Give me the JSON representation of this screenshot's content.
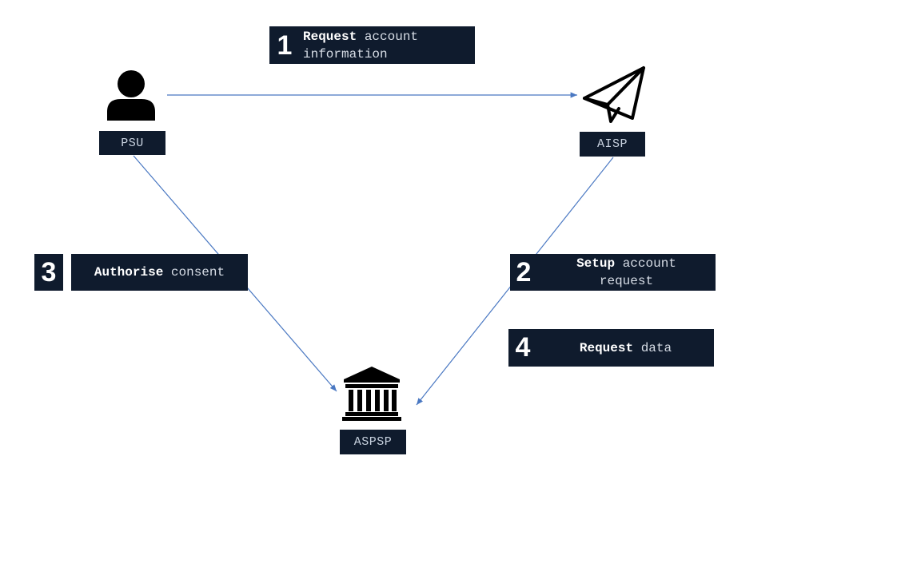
{
  "nodes": {
    "psu": {
      "label": "PSU",
      "icon": "person-icon"
    },
    "aisp": {
      "label": "AISP",
      "icon": "paper-plane-icon"
    },
    "aspsp": {
      "label": "ASPSP",
      "icon": "bank-icon"
    }
  },
  "steps": [
    {
      "number": "1",
      "bold": "Request",
      "rest_line1": " account",
      "line2": "information"
    },
    {
      "number": "2",
      "bold": "Setup",
      "rest_line1": " account",
      "line2": "request"
    },
    {
      "number": "3",
      "bold": "Authorise",
      "rest": " consent"
    },
    {
      "number": "4",
      "bold": "Request",
      "rest": " data"
    }
  ],
  "colors": {
    "label_bg": "#0f1b2d",
    "arrow": "#4a78c2",
    "icon": "#000000"
  }
}
